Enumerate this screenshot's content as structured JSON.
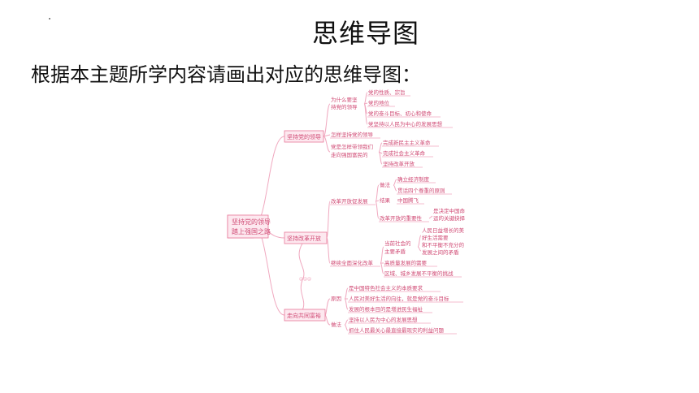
{
  "page": {
    "title": "思维导图",
    "instruction": "根据本主题所学内容请画出对应的思维导图："
  },
  "mindmap": {
    "root": [
      "坚持党的领导",
      "踏上强国之路"
    ],
    "branches": {
      "b1": "坚持党的领导",
      "b2": "坚持改革开放",
      "b3": "走向共同富裕"
    },
    "b1": {
      "why": [
        "为什么要坚",
        "持党的领导"
      ],
      "why_items": [
        "党的性质、宗旨",
        "党的地位",
        "党的奋斗目标、初心和使命",
        "党坚持以人民为中心的发展思想"
      ],
      "how": "怎样坚持党的领导",
      "path": [
        "党是怎样带领我们",
        "走向强国富民的"
      ],
      "path_items": [
        "完成新民主主义革命",
        "完成社会主义革命",
        "坚持改革开放"
      ]
    },
    "b2": {
      "reform": "改革开放促发展",
      "practice": "做法",
      "practice_items": [
        "确立经济制度",
        "贯话四个尊重的原则"
      ],
      "result": "结果",
      "result_item": "中国腾飞",
      "importance": "改革开放的重要性",
      "importance_item": [
        "是决定中国命",
        "运的关键抉择"
      ],
      "deepen": "继续全面深化改革",
      "contradiction": [
        "当前社会的",
        "主要矛盾"
      ],
      "contradiction_items": [
        [
          "人民日益增长的美",
          "好生活需要"
        ],
        [
          "和不平衡不充分的",
          "发展之间的矛盾"
        ]
      ],
      "quality": "高质量发展的需要",
      "gap": "区域、城乡发展不平衡的挑战"
    },
    "b3": {
      "reason": "原因",
      "reason_items": [
        "是中国特色社会主义的本质要求",
        "人民对美好生活的向往，就是党的奋斗目标",
        "发展的根本目的是增进民生福祉"
      ],
      "method": "做法",
      "method_items": [
        "坚持以人民为中心的发展思想",
        "抓住人民最关心最直接最现实的利益问题"
      ]
    },
    "watermark": "@@@"
  },
  "colors": {
    "accent": "#e8789a",
    "line": "#f0a8bf",
    "box": "#fde8ef"
  }
}
